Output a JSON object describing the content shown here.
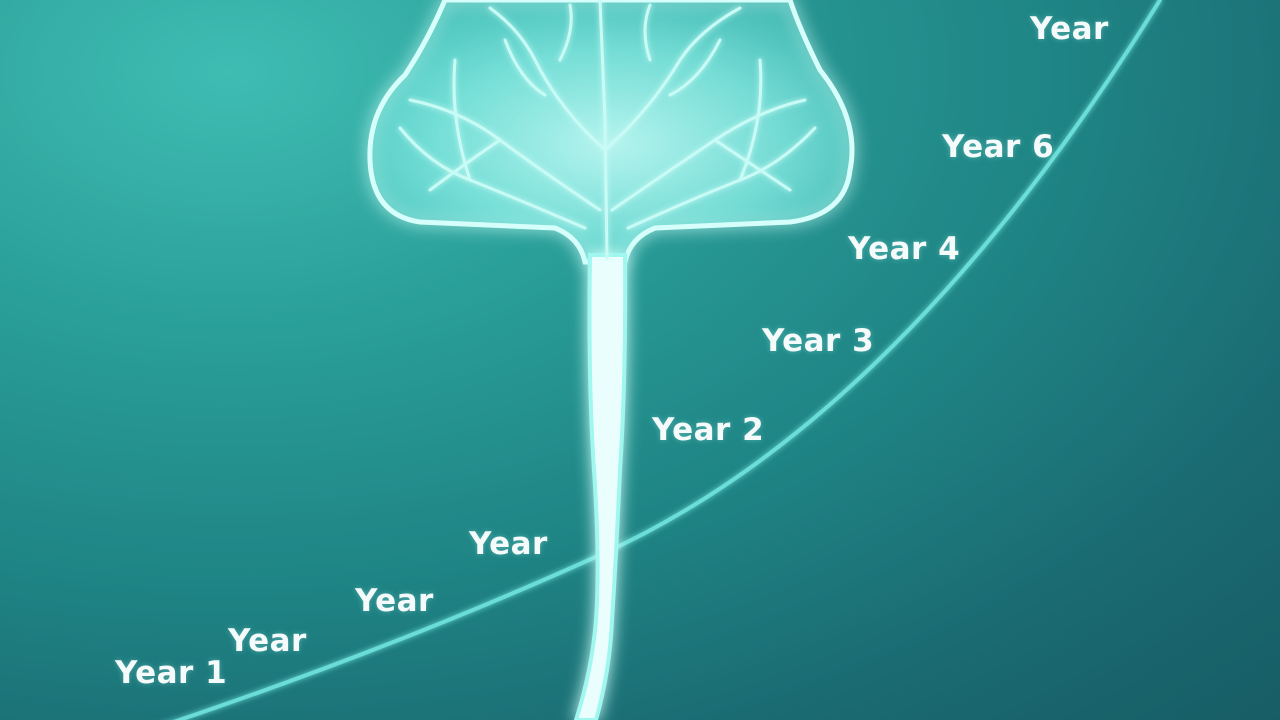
{
  "timeline_labels": [
    "Year 1",
    "Year",
    "Year",
    "Year",
    "Year 2",
    "Year 3",
    "Year 4",
    "Year 6",
    "Year"
  ],
  "colors": {
    "background_light": "#3fbdb3",
    "background_dark": "#175d66",
    "tree_glow": "#7ff5ef",
    "tree_core": "#e9fffd",
    "growth_curve": "#6fe3dc",
    "label_text": "#f4fbfa"
  }
}
